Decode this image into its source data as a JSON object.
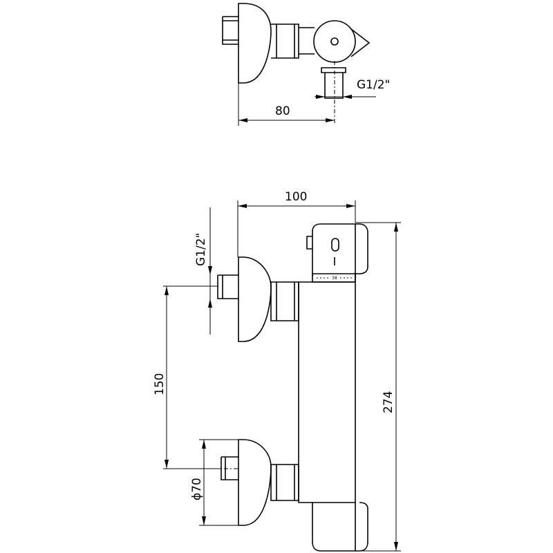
{
  "top_view": {
    "dim_width": "80",
    "thread": "G1/2\""
  },
  "front_view": {
    "dim_width": "100",
    "dim_height": "274",
    "dim_spacing": "150",
    "dim_diameter": "ϕ70",
    "thread": "G1/2\"",
    "scale_mark": "38"
  }
}
